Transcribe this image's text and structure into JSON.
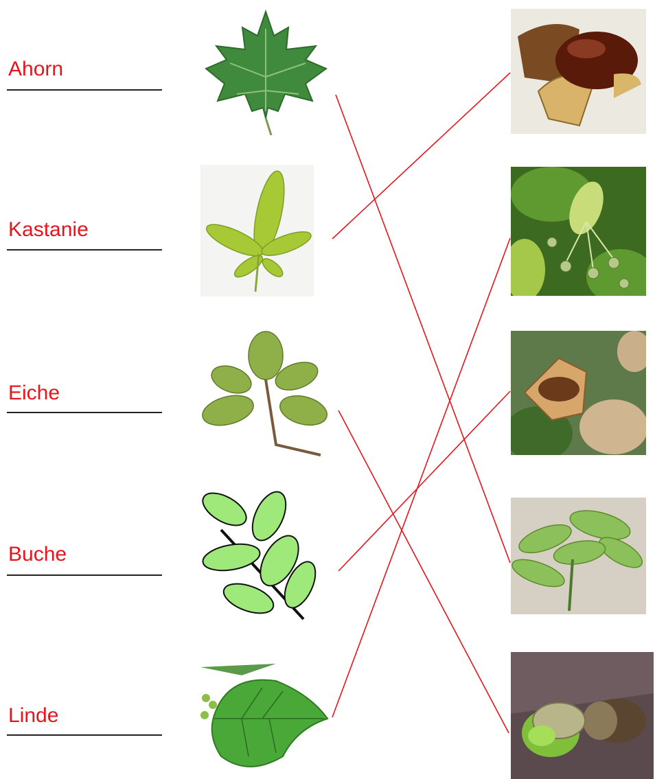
{
  "tree_names": [
    "Ahorn",
    "Kastanie",
    "Eiche",
    "Buche",
    "Linde"
  ],
  "leaves": [
    {
      "tree": "Ahorn",
      "icon": "maple-leaf-icon"
    },
    {
      "tree": "Kastanie",
      "icon": "chestnut-leaf-icon"
    },
    {
      "tree": "Eiche",
      "icon": "oak-leaf-icon"
    },
    {
      "tree": "Buche",
      "icon": "beech-leaf-icon"
    },
    {
      "tree": "Linde",
      "icon": "linden-leaf-icon"
    }
  ],
  "fruits": [
    {
      "icon": "chestnut-fruit-icon"
    },
    {
      "icon": "linden-fruit-icon"
    },
    {
      "icon": "beechnut-fruit-icon"
    },
    {
      "icon": "maple-seeds-icon"
    },
    {
      "icon": "acorn-icon"
    }
  ],
  "matches": [
    {
      "leaf": 0,
      "fruit": 3
    },
    {
      "leaf": 1,
      "fruit": 0
    },
    {
      "leaf": 2,
      "fruit": 4
    },
    {
      "leaf": 3,
      "fruit": 2
    },
    {
      "leaf": 4,
      "fruit": 1
    }
  ],
  "colors": {
    "label": "#e8141c",
    "line": "#e8141c"
  }
}
